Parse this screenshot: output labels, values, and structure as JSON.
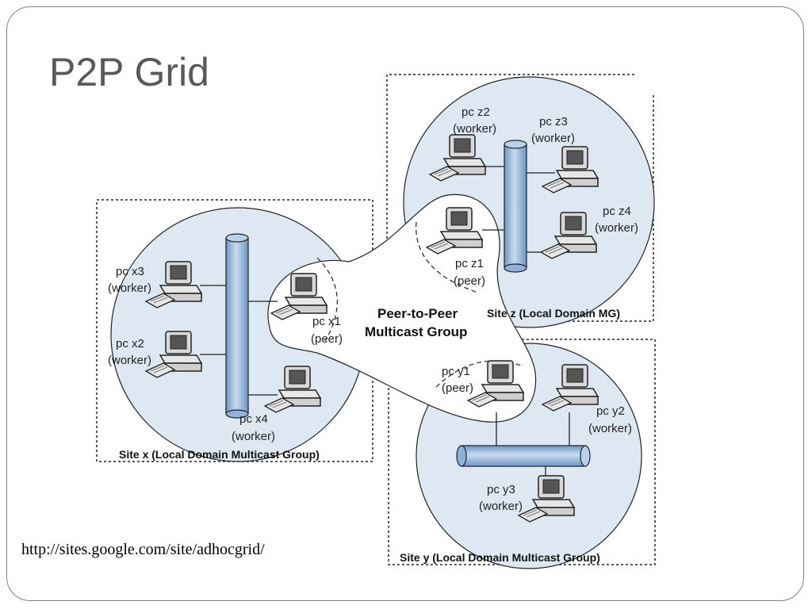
{
  "slide": {
    "title": "P2P Grid",
    "url": "http://sites.google.com/site/adhocgrid/"
  },
  "diagram": {
    "multicast_group_line1": "Peer-to-Peer",
    "multicast_group_line2": "Multicast Group",
    "sites": {
      "x": {
        "label": "Site x (Local Domain Multicast Group)"
      },
      "y": {
        "label": "Site y (Local Domain Multicast Group)"
      },
      "z": {
        "label": "Site z (Local Domain MG)"
      }
    },
    "nodes": {
      "x1": {
        "name": "pc x1",
        "role": "(peer)"
      },
      "x2": {
        "name": "pc x2",
        "role": "(worker)"
      },
      "x3": {
        "name": "pc x3",
        "role": "(worker)"
      },
      "x4": {
        "name": "pc x4",
        "role": "(worker)"
      },
      "y1": {
        "name": "pc y1",
        "role": "(peer)"
      },
      "y2": {
        "name": "pc y2",
        "role": "(worker)"
      },
      "y3": {
        "name": "pc y3",
        "role": "(worker)"
      },
      "z1": {
        "name": "pc z1",
        "role": "(peer)"
      },
      "z2": {
        "name": "pc z2",
        "role": "(worker)"
      },
      "z3": {
        "name": "pc z3",
        "role": "(worker)"
      },
      "z4": {
        "name": "pc z4",
        "role": "(worker)"
      }
    }
  },
  "colors": {
    "circle_fill": "#dde8f3",
    "bus_fill": "#9dbde0",
    "title": "#595959",
    "frame": "#7f7f7f"
  }
}
